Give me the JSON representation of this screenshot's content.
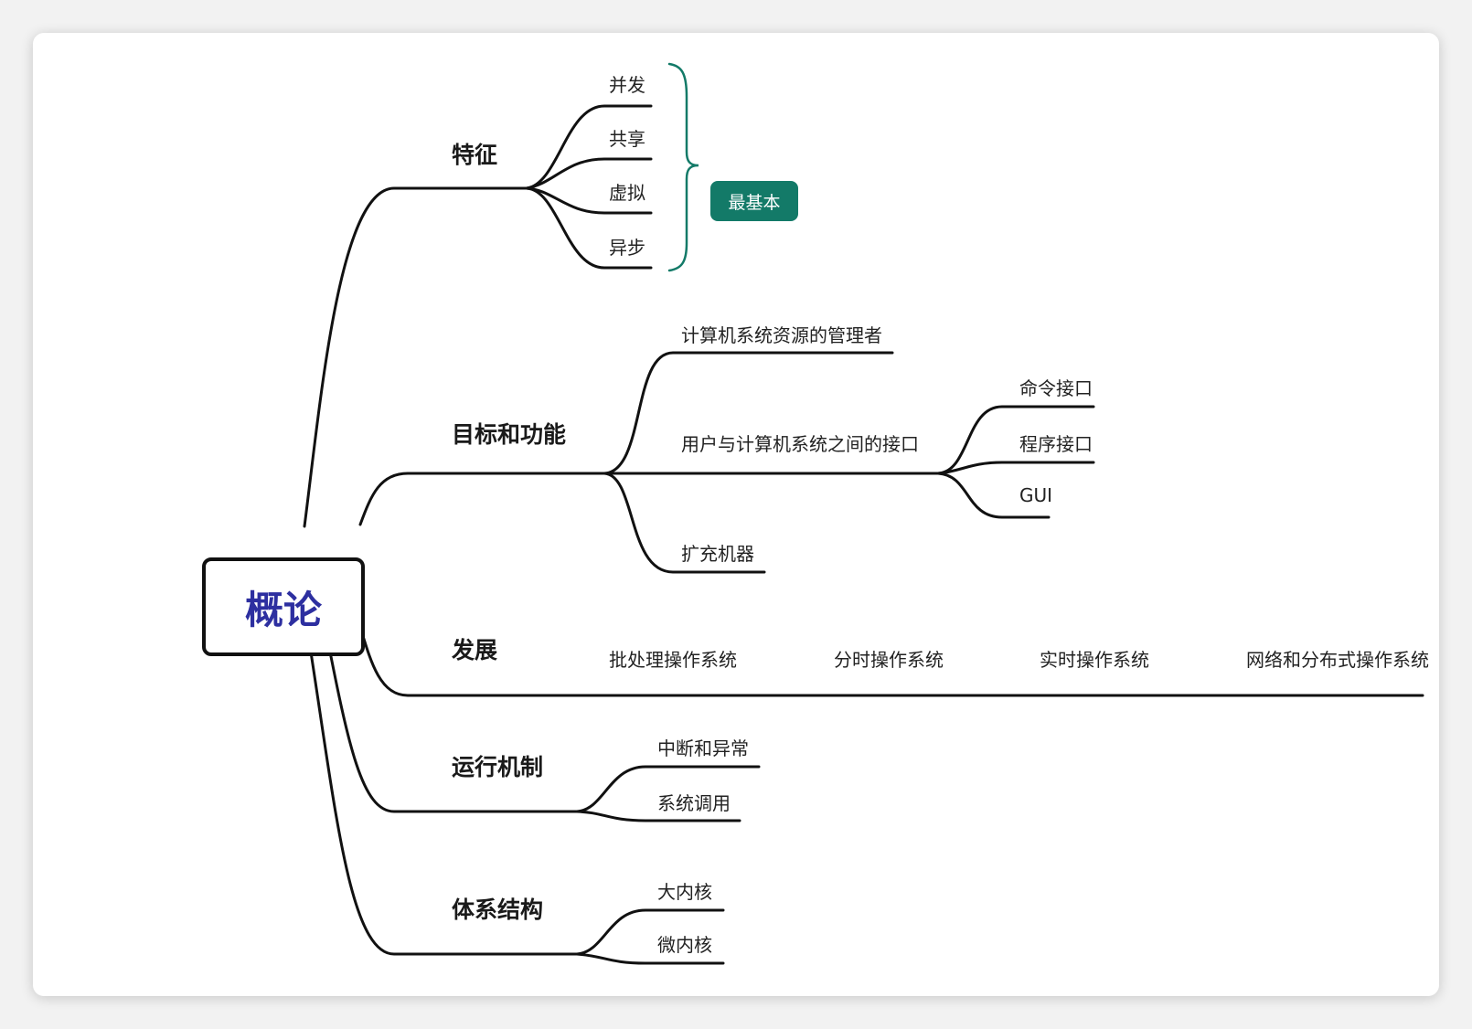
{
  "root": {
    "label": "概论"
  },
  "branches": {
    "tezheng": {
      "label": "特征",
      "children": [
        "并发",
        "共享",
        "虚拟",
        "异步"
      ],
      "summary": "最基本"
    },
    "mubiao": {
      "label": "目标和功能",
      "children": [
        {
          "label": "计算机系统资源的管理者"
        },
        {
          "label": "用户与计算机系统之间的接口",
          "children": [
            "命令接口",
            "程序接口",
            "GUI"
          ]
        },
        {
          "label": "扩充机器"
        }
      ]
    },
    "fazhan": {
      "label": "发展",
      "children": [
        "批处理操作系统",
        "分时操作系统",
        "实时操作系统",
        "网络和分布式操作系统"
      ]
    },
    "yunxing": {
      "label": "运行机制",
      "children": [
        "中断和异常",
        "系统调用"
      ]
    },
    "tixi": {
      "label": "体系结构",
      "children": [
        "大内核",
        "微内核"
      ]
    }
  },
  "colors": {
    "line": "#111111",
    "root_text": "#2d2fa0",
    "summary": "#137a68"
  }
}
